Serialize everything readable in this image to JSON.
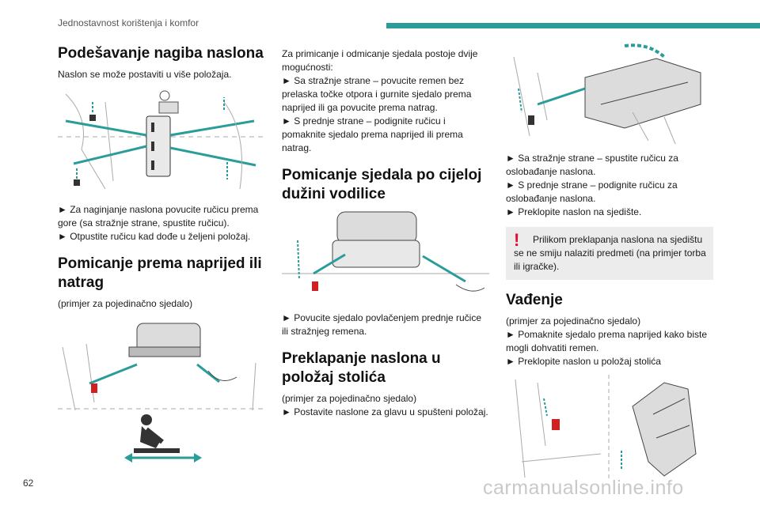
{
  "header": {
    "title": "Jednostavnost korištenja i komfor"
  },
  "page_number": "62",
  "watermark": "carmanualsonline.info",
  "col1": {
    "s1_title": "Podešavanje nagiba naslona",
    "s1_intro": "Naslon se može postaviti u više položaja.",
    "s1_steps": "► Za naginjanje naslona povucite ručicu prema gore (sa stražnje strane, spustite ručicu).\n► Otpustite ručicu kad dođe u željeni položaj.",
    "s2_title": "Pomicanje prema naprijed ili natrag",
    "s2_intro": "(primjer za pojedinačno sjedalo)"
  },
  "col2": {
    "intro": "Za primicanje i odmicanje sjedala postoje dvije mogućnosti:\n► Sa stražnje strane – povucite remen bez prelaska točke otpora i gurnite sjedalo prema naprijed ili ga povucite prema natrag.\n► S prednje strane – podignite ručicu i pomaknite sjedalo prema naprijed ili prema natrag.",
    "s3_title": "Pomicanje sjedala po cijeloj dužini vodilice",
    "s3_step": "► Povucite sjedalo povlačenjem prednje ručice ili stražnjeg remena.",
    "s4_title": "Preklapanje naslona u položaj stolića",
    "s4_text": "(primjer za pojedinačno sjedalo)\n► Postavite naslone za glavu u spušteni položaj."
  },
  "col3": {
    "steps": "► Sa stražnje strane – spustite ručicu za oslobađanje naslona.\n► S prednje strane – podignite ručicu za oslobađanje naslona.\n► Preklopite naslon na sjedište.",
    "warning": "Prilikom preklapanja naslona na sjedištu se ne smiju nalaziti predmeti (na primjer torba ili igračke).",
    "warning_mark": "!",
    "s5_title": "Vađenje",
    "s5_text": "(primjer za pojedinačno sjedalo)\n► Pomaknite sjedalo prema naprijed kako biste mogli dohvatiti remen.\n► Preklopite naslon u položaj stolića"
  },
  "colors": {
    "accent": "#2a9d9a",
    "warning": "#e0102a",
    "warn_bg": "#ececec"
  }
}
